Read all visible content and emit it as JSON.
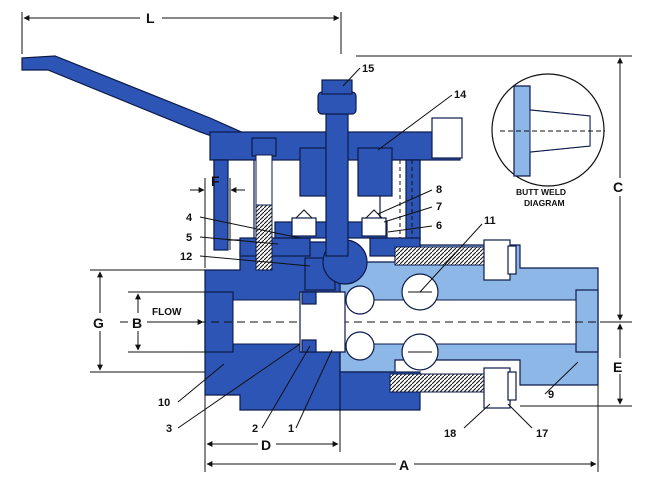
{
  "colors": {
    "dark": "#2d55b5",
    "light": "#8cb7e6",
    "outline": "#0c1a4a"
  },
  "dimensions": {
    "L": "L",
    "F": "F",
    "C": "C",
    "G": "G",
    "B": "B",
    "E": "E",
    "D": "D",
    "A": "A"
  },
  "flow_label": "FLOW",
  "inset": {
    "line1": "BUTT WELD",
    "line2": "DIAGRAM"
  },
  "callouts": {
    "c1": "1",
    "c2": "2",
    "c3": "3",
    "c4": "4",
    "c5": "5",
    "c6": "6",
    "c7": "7",
    "c8": "8",
    "c9": "9",
    "c10": "10",
    "c11": "11",
    "c12": "12",
    "c14": "14",
    "c15": "15",
    "c17": "17",
    "c18": "18"
  }
}
